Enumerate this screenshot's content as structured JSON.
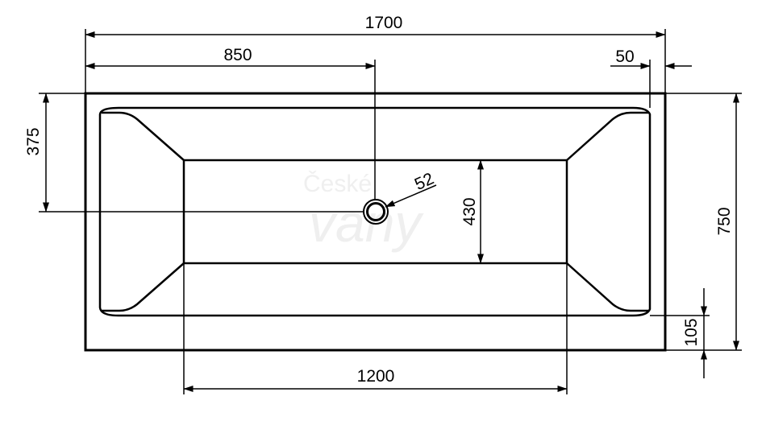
{
  "watermark": {
    "line1": "České",
    "line2": "vany"
  },
  "dimensions": {
    "overall_length": "1700",
    "drain_offset_x": "850",
    "rim_right": "50",
    "drain_offset_y": "375",
    "drain_diameter": "52",
    "inner_floor_width": "430",
    "overall_width": "750",
    "rim_bottom": "105",
    "inner_floor_length": "1200"
  },
  "colors": {
    "line": "#000000",
    "background": "#ffffff",
    "watermark": "#efefef"
  }
}
